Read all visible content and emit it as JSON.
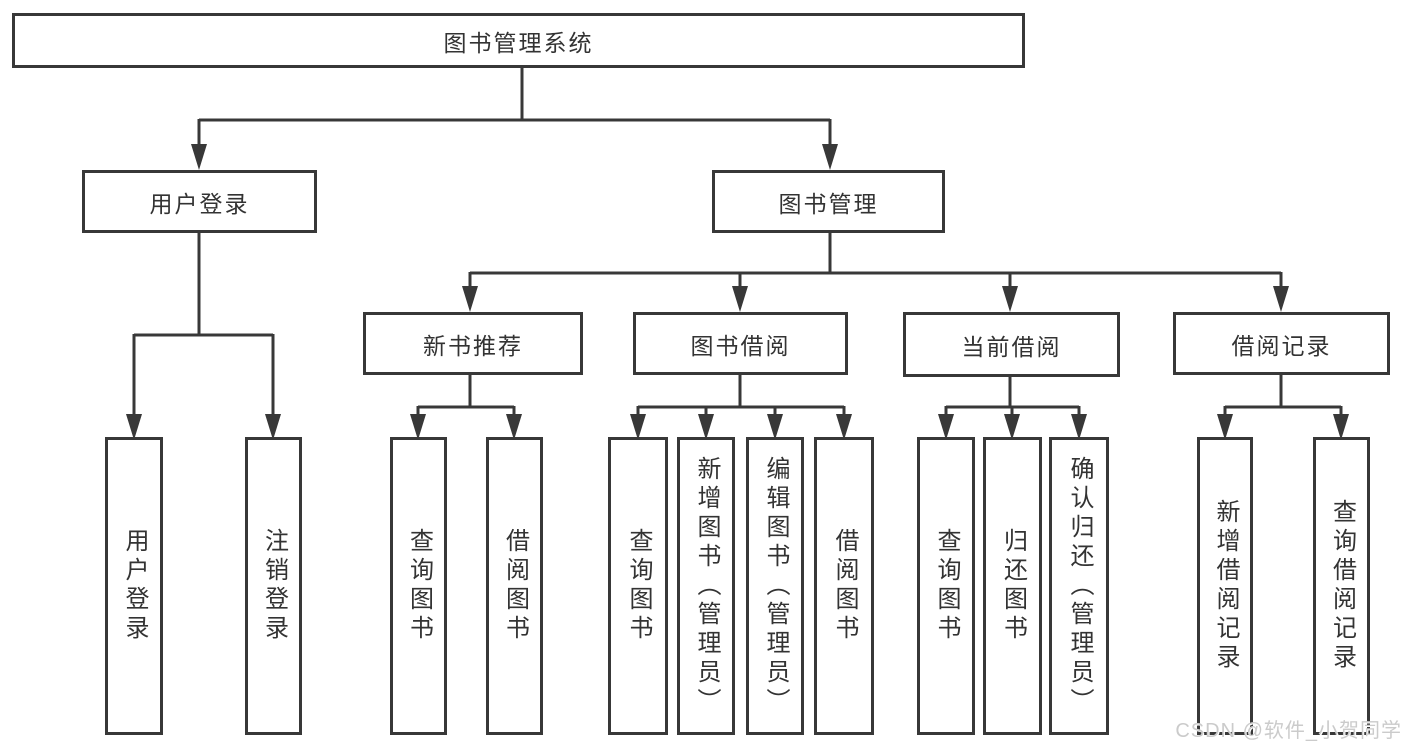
{
  "diagram": {
    "title": "图书管理系统",
    "branches": [
      {
        "label": "用户登录",
        "children": [
          {
            "label": "用户登录"
          },
          {
            "label": "注销登录"
          }
        ]
      },
      {
        "label": "图书管理",
        "children": [
          {
            "label": "新书推荐",
            "children": [
              {
                "label": "查询图书"
              },
              {
                "label": "借阅图书"
              }
            ]
          },
          {
            "label": "图书借阅",
            "children": [
              {
                "label": "查询图书"
              },
              {
                "label": "新增图书（管理员）"
              },
              {
                "label": "编辑图书（管理员）"
              },
              {
                "label": "借阅图书"
              }
            ]
          },
          {
            "label": "当前借阅",
            "children": [
              {
                "label": "查询图书"
              },
              {
                "label": "归还图书"
              },
              {
                "label": "确认归还（管理员）"
              }
            ]
          },
          {
            "label": "借阅记录",
            "children": [
              {
                "label": "新增借阅记录"
              },
              {
                "label": "查询借阅记录"
              }
            ]
          }
        ]
      }
    ]
  },
  "watermark": {
    "text": "CSDN @软件_小贺同学"
  },
  "colors": {
    "line": "#383838",
    "text": "#333333",
    "watermark_text": "#cbcbcb",
    "background": "#ffffff"
  }
}
